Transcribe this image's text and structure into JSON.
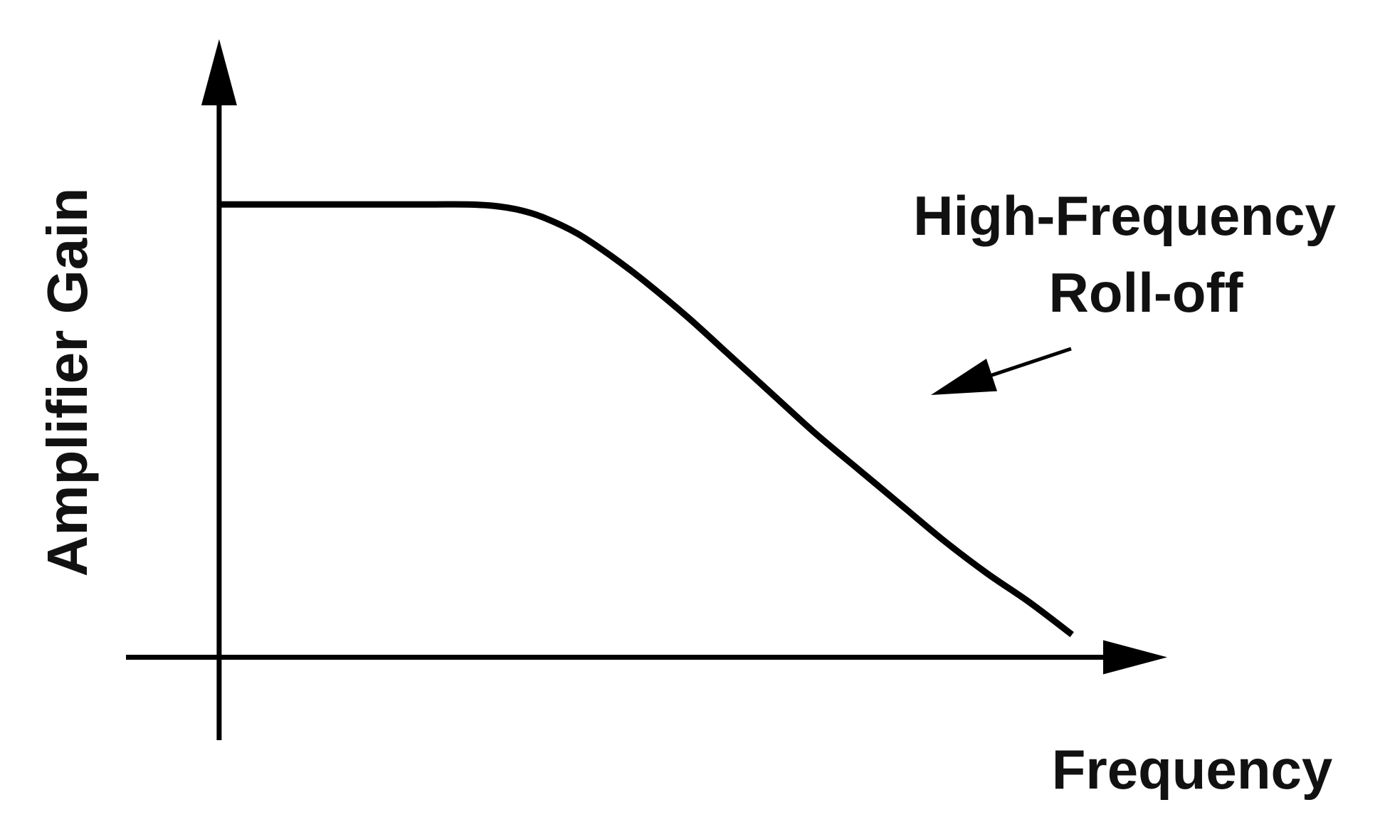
{
  "chart_data": {
    "type": "line",
    "title": "",
    "xlabel": "Frequency",
    "ylabel": "Amplifier Gain",
    "annotation": {
      "lines": [
        "High-Frequency",
        "Roll-off"
      ]
    },
    "x": [
      0.0,
      0.5,
      1.0,
      1.5,
      2.0,
      2.5,
      2.9,
      3.2,
      3.5,
      3.8,
      4.2,
      4.6,
      5.0,
      5.5,
      6.0,
      6.5,
      7.0,
      7.5,
      8.0,
      8.5,
      9.0,
      9.5,
      10.0
    ],
    "series": [
      {
        "values": [
          7.0,
          7.0,
          7.0,
          7.0,
          7.0,
          7.0,
          7.0,
          6.98,
          6.92,
          6.8,
          6.55,
          6.2,
          5.8,
          5.25,
          4.65,
          4.05,
          3.45,
          2.9,
          2.35,
          1.8,
          1.3,
          0.85,
          0.35
        ]
      }
    ],
    "xlim": [
      -0.6,
      11.2
    ],
    "ylim": [
      -0.6,
      9.5
    ],
    "grid": false,
    "legend": "none",
    "line_color": "#000000",
    "axis_color": "#000000"
  }
}
